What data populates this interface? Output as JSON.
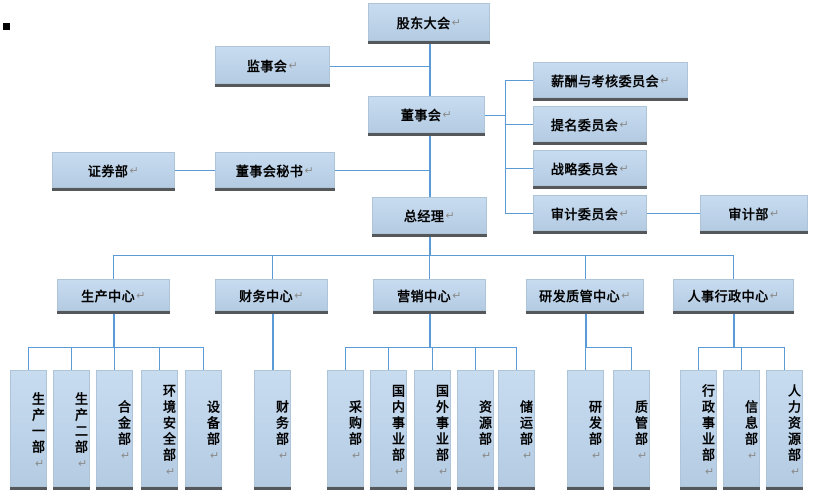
{
  "meta": {
    "title": "公司组织架构图",
    "pilcrow": "↵",
    "colors": {
      "box_fill": "#bdd3e9",
      "box_border": "#aec4d8",
      "box_shadow": "#55585a",
      "connector": "#5b9bd5",
      "text": "#000000",
      "pilcrow": "#8a8a8a",
      "background": "#ffffff"
    }
  },
  "nodes": {
    "shareholders_meeting": "股东大会",
    "board_of_supervisors": "监事会",
    "board_of_directors": "董事会",
    "general_manager": "总经理",
    "board_secretary": "董事会秘书",
    "securities_dept": "证券部",
    "audit_dept": "审计部"
  },
  "committees": [
    {
      "label": "薪酬与考核委员会"
    },
    {
      "label": "提名委员会"
    },
    {
      "label": "战略委员会"
    },
    {
      "label": "审计委员会"
    }
  ],
  "centers": [
    {
      "label": "生产中心"
    },
    {
      "label": "财务中心"
    },
    {
      "label": "营销中心"
    },
    {
      "label": "研发质管中心"
    },
    {
      "label": "人事行政中心"
    }
  ],
  "departments": {
    "production": [
      {
        "label": "生产一部"
      },
      {
        "label": "生产二部"
      },
      {
        "label": "合金部"
      },
      {
        "label": "环境安全部"
      },
      {
        "label": "设备部"
      }
    ],
    "finance": [
      {
        "label": "财务部"
      }
    ],
    "marketing": [
      {
        "label": "采购部"
      },
      {
        "label": "国内事业部"
      },
      {
        "label": "国外事业部"
      },
      {
        "label": "资源部"
      },
      {
        "label": "储运部"
      }
    ],
    "rnd_quality": [
      {
        "label": "研发部"
      },
      {
        "label": "质管部"
      }
    ],
    "hr_admin": [
      {
        "label": "行政事业部"
      },
      {
        "label": "信息部"
      },
      {
        "label": "人力资源部"
      }
    ]
  }
}
